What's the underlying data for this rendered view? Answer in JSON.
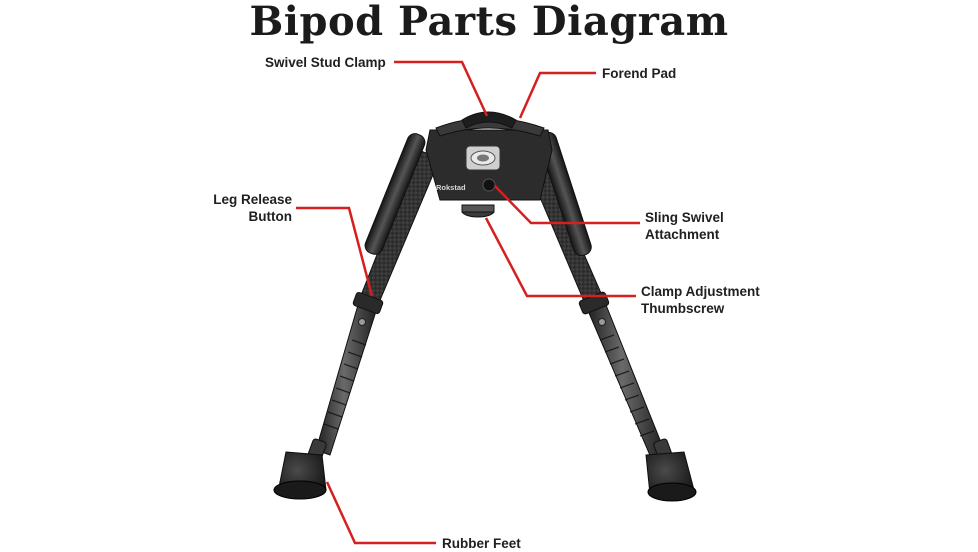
{
  "title": "Bipod Parts Diagram",
  "labels": {
    "swivel_stud_clamp": "Swivel Stud Clamp",
    "forend_pad": "Forend Pad",
    "leg_release_button": {
      "line1": "Leg Release",
      "line2": "Button"
    },
    "sling_swivel_attachment": {
      "line1": "Sling Swivel",
      "line2": "Attachment"
    },
    "clamp_adjustment_thumbscrew": {
      "line1": "Clamp Adjustment",
      "line2": "Thumbscrew"
    },
    "rubber_feet": "Rubber Feet"
  },
  "logo_text": "Rokstad",
  "colors": {
    "leader_line": "#d42020",
    "title": "#1b1b1b",
    "label": "#202020",
    "metal_dark": "#2a2a2a",
    "metal_mid": "#4a4a4a",
    "metal_light": "#8a8a8a"
  }
}
